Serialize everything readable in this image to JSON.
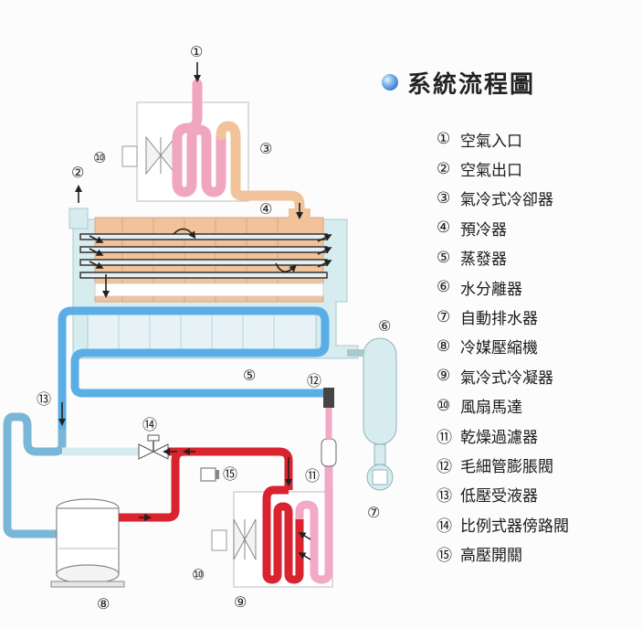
{
  "title": "系統流程圖",
  "legend": [
    {
      "num": "①",
      "label": "空氣入口"
    },
    {
      "num": "②",
      "label": "空氣出口"
    },
    {
      "num": "③",
      "label": "氣冷式冷卻器"
    },
    {
      "num": "④",
      "label": "預冷器"
    },
    {
      "num": "⑤",
      "label": "蒸發器"
    },
    {
      "num": "⑥",
      "label": "水分離器"
    },
    {
      "num": "⑦",
      "label": "自動排水器"
    },
    {
      "num": "⑧",
      "label": "冷媒壓縮機"
    },
    {
      "num": "⑨",
      "label": "氣冷式冷凝器"
    },
    {
      "num": "⑩",
      "label": "風扇馬達"
    },
    {
      "num": "⑪",
      "label": "乾燥過濾器"
    },
    {
      "num": "⑫",
      "label": "毛細管膨脹閥"
    },
    {
      "num": "⑬",
      "label": "低壓受液器"
    },
    {
      "num": "⑭",
      "label": "比例式器傍路閥"
    },
    {
      "num": "⑮",
      "label": "高壓開關"
    }
  ],
  "callouts": {
    "n1": "①",
    "n2": "②",
    "n3": "③",
    "n4": "④",
    "n5": "⑤",
    "n6": "⑥",
    "n7": "⑦",
    "n8": "⑧",
    "n9": "⑨",
    "n10a": "⑩",
    "n10b": "⑩",
    "n11": "⑪",
    "n12": "⑫",
    "n13": "⑬",
    "n14": "⑭",
    "n15": "⑮"
  },
  "colors": {
    "air_hot": "#f0a6bf",
    "air_warm": "#f2c29a",
    "air_cool": "#cfe8ee",
    "refrigerant_cold": "#5aaee6",
    "refrigerant_hot": "#d9232e",
    "refrigerant_liquid": "#f3a8c6",
    "accent": "#2f74c7"
  }
}
